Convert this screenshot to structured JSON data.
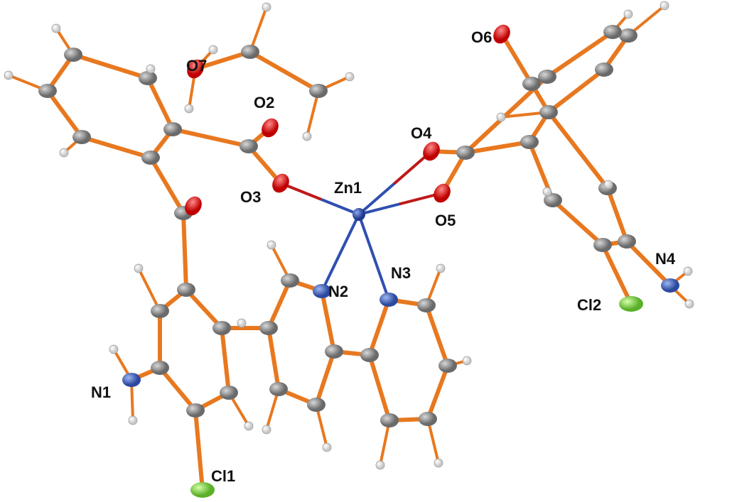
{
  "figure": {
    "labels": {
      "O7": "O7",
      "O2": "O2",
      "O3": "O3",
      "Zn1": "Zn1",
      "O4": "O4",
      "O5": "O5",
      "O6": "O6",
      "N1": "N1",
      "N2": "N2",
      "N3": "N3",
      "N4": "N4",
      "Cl1": "Cl1",
      "Cl2": "Cl2"
    },
    "colors": {
      "bond": "#e8781f",
      "carbon": "#808080",
      "hydrogen": "#ffffff",
      "oxygen": "#e01818",
      "nitrogen": "#3b5fb5",
      "zinc": "#2b4aa5",
      "chlorine": "#7ccf3a",
      "metal_bond": "#2f4fb0"
    }
  }
}
